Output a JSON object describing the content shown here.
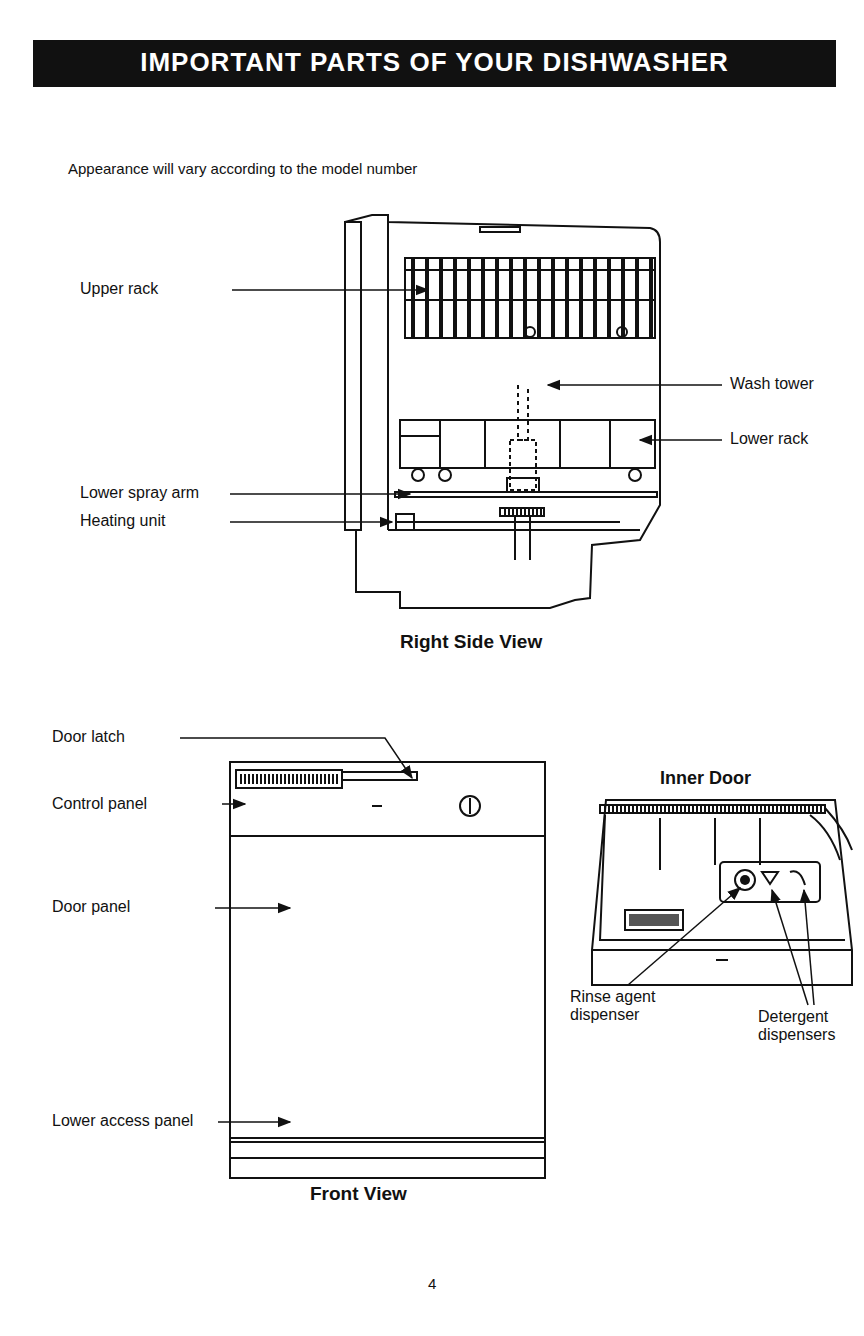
{
  "diagram": {
    "title": "IMPORTANT PARTS OF YOUR DISHWASHER",
    "labels": [
      "Appearance will vary according to the model number",
      "Upper rack",
      "Wash tower",
      "Lower rack",
      "Lower spray arm",
      "Heating unit",
      "Right Side View",
      "Door latch",
      "Control panel",
      "Door panel",
      "Lower access panel",
      "Front View",
      "Inner Door",
      "Rinse agent dispenser",
      "Detergent dispensers",
      "4"
    ]
  }
}
